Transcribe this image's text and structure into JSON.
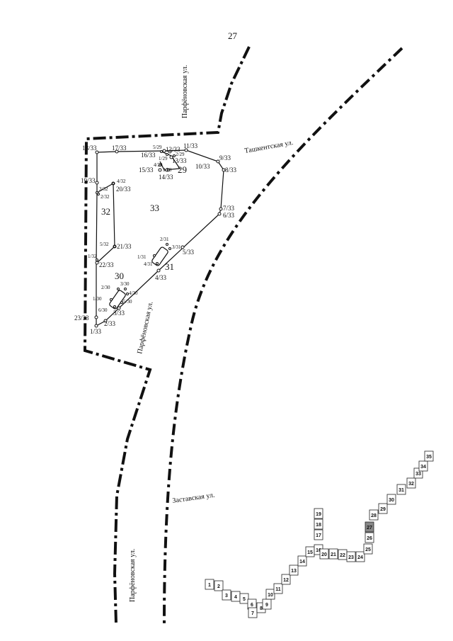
{
  "page_number": "27",
  "streets": {
    "parfenovskaya_top": "Парфёновская ул.",
    "tashkentskaya": "Ташкентская ул.",
    "parfenovskaya_mid": "Парфёновская ул.",
    "zastavskaya": "Заставская ул.",
    "parfenovskaya_bottom": "Парфёновская ул."
  },
  "parcels": {
    "p33": "33",
    "p32": "32",
    "p31": "31",
    "p30": "30",
    "p29": "29"
  },
  "points": [
    "17/33",
    "1/33",
    "2/33",
    "3/33",
    "4/33",
    "5/33",
    "6/33",
    "7/33",
    "8/33",
    "9/33",
    "10/33",
    "11/33",
    "12/33",
    "13/33",
    "14/33",
    "15/33",
    "16/33",
    "18/33",
    "19/33",
    "20/33",
    "21/33",
    "22/33",
    "23/33",
    "1/32",
    "2/32",
    "3/32",
    "4/32",
    "5/32",
    "1/31",
    "2/31",
    "3/31",
    "4/31",
    "1/30",
    "2/30",
    "3/30",
    "4/30",
    "5/30",
    "6/30",
    "1/29",
    "2/29",
    "3/29",
    "4/29",
    "5/29"
  ],
  "index_sheets": [
    "1",
    "2",
    "3",
    "4",
    "5",
    "6",
    "7",
    "8",
    "9",
    "10",
    "11",
    "12",
    "13",
    "14",
    "15",
    "16",
    "17",
    "18",
    "19",
    "20",
    "21",
    "22",
    "23",
    "24",
    "25",
    "26",
    "27",
    "28",
    "29",
    "30",
    "31",
    "32",
    "33",
    "34",
    "35"
  ],
  "legend_colors": {
    "line": "#111111",
    "paper": "#ffffff"
  }
}
